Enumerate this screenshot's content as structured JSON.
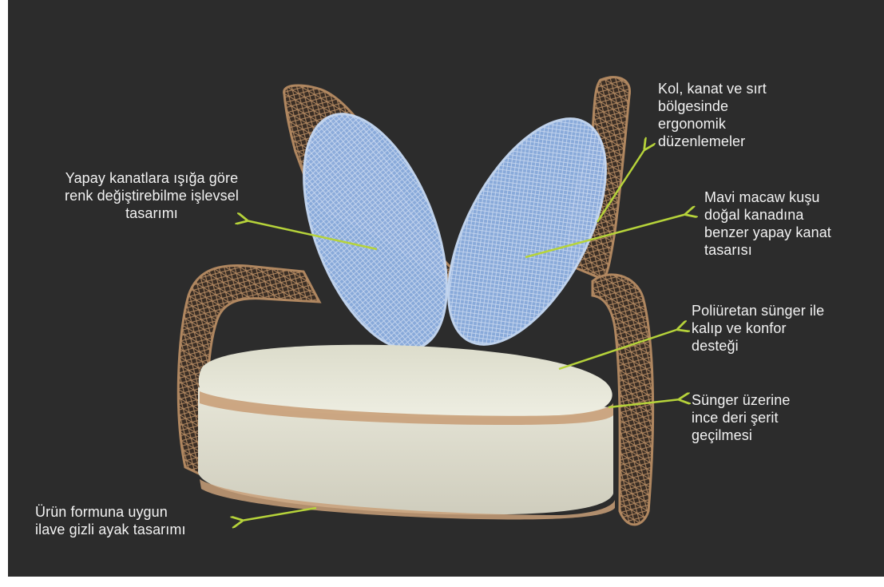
{
  "colors": {
    "background": "#2c2c2c",
    "arrow": "#b6d33a",
    "wicker": "#a57a55",
    "wing": "#a9c8f0",
    "cushion": "#e3e2d4",
    "leather_strip": "#c9a079"
  },
  "labels": {
    "wings_color": "Yapay kanatlara ışığa göre\nrenk değiştirebilme işlevsel\ntasarımı",
    "ergonomic": "Kol, kanat ve sırt\nbölgesinde\nergonomik\ndüzenlemeler",
    "macaw_wing": "Mavi macaw kuşu\ndoğal kanadına\nbenzer yapay kanat\ntasarısı",
    "foam": "Poliüretan sünger ile\nkalıp ve konfor\ndesteği",
    "leather_strip": "Sünger üzerine\nince deri şerit\ngeçilmesi",
    "hidden_legs": "Ürün formuna uygun\nilave gizli ayak tasarımı"
  }
}
